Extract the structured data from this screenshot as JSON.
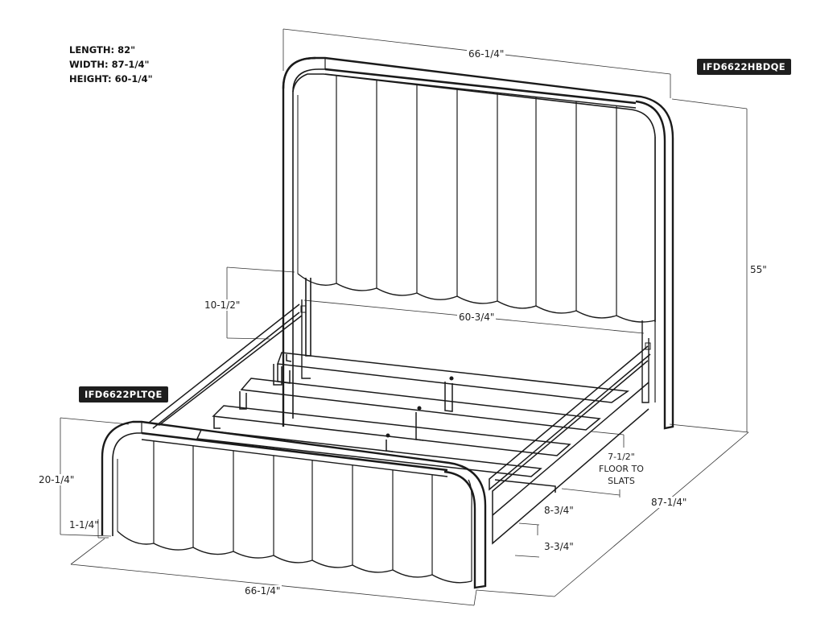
{
  "specs": {
    "length": "LENGTH: 82\"",
    "width": "WIDTH: 87-1/4\"",
    "height": "HEIGHT: 60-1/4\""
  },
  "tags": {
    "headboard": "IFD6622HBDQE",
    "platform": "IFD6622PLTQE"
  },
  "dimensions": {
    "headboard_width": "66-1/4\"",
    "headboard_height": "55\"",
    "rail_height": "10-1/2\"",
    "inner_width": "60-3/4\"",
    "footboard_height": "20-1/4\"",
    "foot_clearance": "1-1/4\"",
    "footboard_width": "66-1/4\"",
    "overall_length": "87-1/4\"",
    "rail_top": "8-3/4\"",
    "rail_bottom": "3-3/4\""
  },
  "floor_to_slats": {
    "value": "7-1/2\"",
    "line1": "FLOOR TO",
    "line2": "SLATS"
  }
}
